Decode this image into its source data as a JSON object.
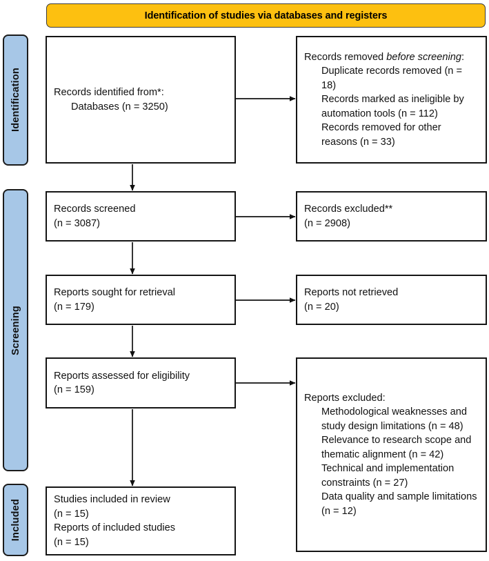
{
  "banner": {
    "title": "Identification of studies via databases and registers"
  },
  "phases": [
    {
      "id": "identification",
      "label": "Identification"
    },
    {
      "id": "screening",
      "label": "Screening"
    },
    {
      "id": "included",
      "label": "Included"
    }
  ],
  "boxes": {
    "identified": {
      "line1": "Records identified from*:",
      "line2": "Databases (n = 3250)"
    },
    "removed_before": {
      "heading_pre": "Records removed ",
      "heading_italic": "before screening",
      "heading_post": ":",
      "item1": "Duplicate records removed (n = 18)",
      "item2": "Records marked as ineligible by automation tools (n = 112)",
      "item3": "Records removed for other reasons (n = 33)"
    },
    "screened": {
      "line1": "Records screened",
      "line2": "(n = 3087)"
    },
    "excluded_screened": {
      "line1": "Records excluded**",
      "line2": "(n = 2908)"
    },
    "sought": {
      "line1": "Reports sought for retrieval",
      "line2": "(n = 179)"
    },
    "not_retrieved": {
      "line1": "Reports not retrieved",
      "line2": "(n = 20)"
    },
    "assessed": {
      "line1": "Reports assessed for eligibility",
      "line2": "(n = 159)"
    },
    "reports_excluded": {
      "heading": "Reports excluded:",
      "item1": "Methodological weaknesses and study design limitations (n = 48)",
      "item2": "Relevance to research scope and thematic alignment (n = 42)",
      "item3": "Technical and implementation constraints (n = 27)",
      "item4": "Data quality and sample limitations (n = 12)"
    },
    "included": {
      "line1": "Studies included in review",
      "line2": "(n = 15)",
      "line3": "Reports of included studies",
      "line4": "(n = 15)"
    }
  },
  "colors": {
    "banner_fill": "#FDC010",
    "phase_fill": "#A7C7E7",
    "box_border": "#141414",
    "text": "#111111"
  },
  "chart_data": {
    "type": "diagram",
    "title": "PRISMA 2020 flow diagram",
    "nodes": [
      {
        "id": "identified",
        "stage": "Identification",
        "n": 3250
      },
      {
        "id": "removed_before",
        "stage": "Identification",
        "duplicates": 18,
        "automation_ineligible": 112,
        "other_reasons": 33
      },
      {
        "id": "screened",
        "stage": "Screening",
        "n": 3087
      },
      {
        "id": "excluded_screened",
        "stage": "Screening",
        "n": 2908
      },
      {
        "id": "sought",
        "stage": "Screening",
        "n": 179
      },
      {
        "id": "not_retrieved",
        "stage": "Screening",
        "n": 20
      },
      {
        "id": "assessed",
        "stage": "Screening",
        "n": 159
      },
      {
        "id": "reports_excluded",
        "stage": "Screening",
        "methodological": 48,
        "relevance": 42,
        "technical": 27,
        "data_quality": 12
      },
      {
        "id": "included",
        "stage": "Included",
        "studies": 15,
        "reports": 15
      }
    ]
  }
}
